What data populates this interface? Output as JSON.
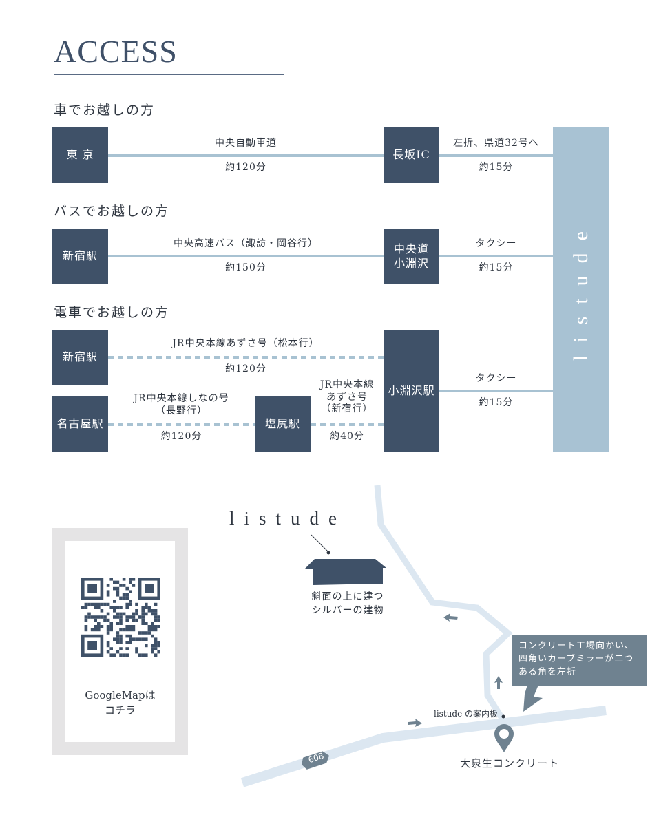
{
  "header": {
    "title": "ACCESS"
  },
  "car": {
    "heading": "車でお越しの方",
    "origin": "東 京",
    "route1_name": "中央自動車道",
    "route1_time": "約120分",
    "via": "長坂IC",
    "route2_name": "左折、県道32号へ",
    "route2_time": "約15分"
  },
  "bus": {
    "heading": "バスでお越しの方",
    "origin": "新宿駅",
    "route1_name": "中央高速バス（諏訪・岡谷行）",
    "route1_time": "約150分",
    "via_line1": "中央道",
    "via_line2": "小淵沢",
    "route2_name": "タクシー",
    "route2_time": "約15分"
  },
  "train": {
    "heading": "電車でお越しの方",
    "origin_a": "新宿駅",
    "route_a_name": "JR中央本線あずさ号（松本行）",
    "route_a_time": "約120分",
    "origin_b": "名古屋駅",
    "route_b_name_line1": "JR中央本線しなの号",
    "route_b_name_line2": "（長野行）",
    "route_b_time": "約120分",
    "transfer": "塩尻駅",
    "route_c_name_line1": "JR中央本線",
    "route_c_name_line2": "あずさ号",
    "route_c_name_line3": "（新宿行）",
    "route_c_time": "約40分",
    "via": "小淵沢駅",
    "route_d_name": "タクシー",
    "route_d_time": "約15分"
  },
  "destination": {
    "label": "listude"
  },
  "qr": {
    "caption_line1": "GoogleMapは",
    "caption_line2": "コチラ"
  },
  "map": {
    "brand": "listude",
    "building_note_line1": "斜面の上に建つ",
    "building_note_line2": "シルバーの建物",
    "callout_line1": "コンクリート工場向かい、",
    "callout_line2": "四角いカーブミラーが二つ",
    "callout_line3": "ある角を左折",
    "sign_label": "listude の案内板",
    "landmark": "大泉生コンクリート",
    "route_number": "608"
  },
  "colors": {
    "box": "#3f5168",
    "line": "#a8c2d2",
    "road": "#dce7f1",
    "accent": "#6f8290",
    "qr_frame": "#e5e4e5"
  }
}
